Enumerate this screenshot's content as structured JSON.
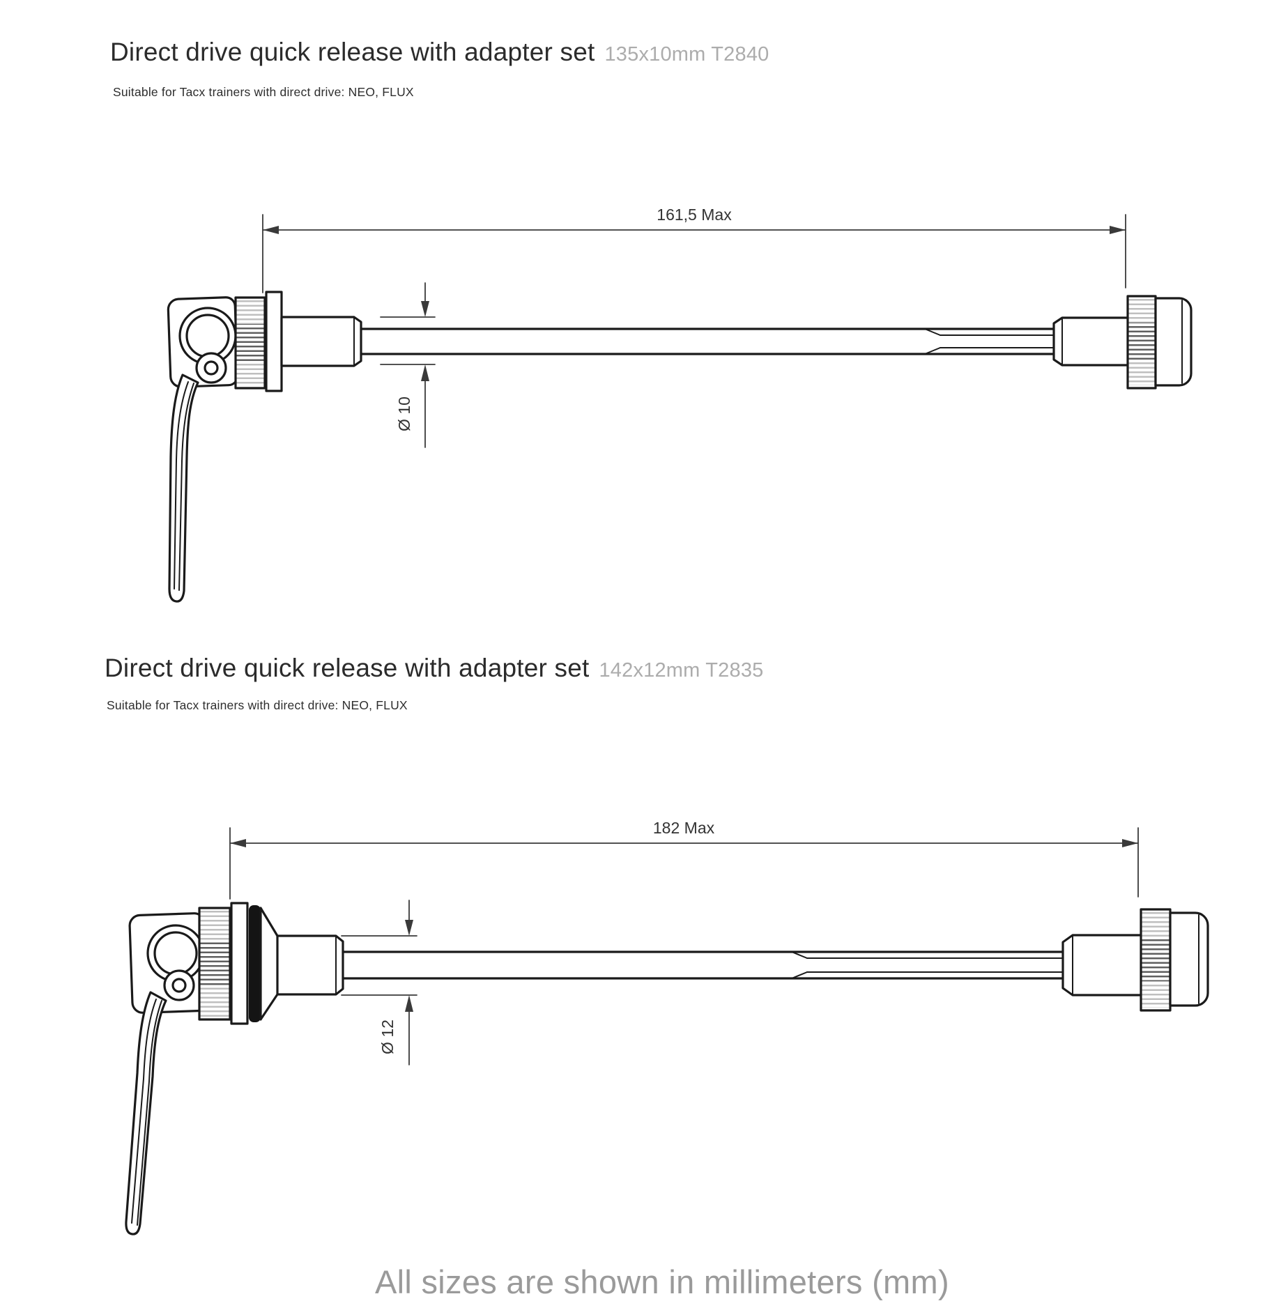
{
  "page": {
    "background": "#ffffff",
    "footer_note": "All sizes are shown in millimeters (mm)"
  },
  "products": [
    {
      "title": "Direct drive quick release with adapter set",
      "variant": "135x10mm T2840",
      "subtitle": "Suitable for Tacx trainers with direct drive: NEO, FLUX",
      "dimensions": {
        "length_label": "161,5 Max",
        "diameter_label": "Ø 10"
      }
    },
    {
      "title": "Direct drive quick release with adapter set",
      "variant": "142x12mm T2835",
      "subtitle": "Suitable for Tacx trainers with direct drive: NEO, FLUX",
      "dimensions": {
        "length_label": "182 Max",
        "diameter_label": "Ø 12"
      }
    }
  ],
  "colors": {
    "part_line": "#1a1a1a",
    "dimension_line": "#3a3a3a",
    "title_text": "#2b2b2b",
    "variant_text": "#acacac",
    "footer_text": "#9a9a9a",
    "oring_fill": "#141414"
  },
  "units_note": "mm"
}
